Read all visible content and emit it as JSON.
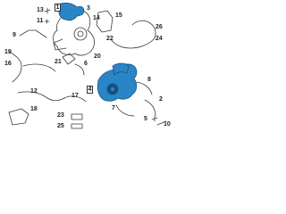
{
  "colors": {
    "line": "#3a3a3a",
    "highlight": "#2a85c6",
    "highlight_dark": "#16507e",
    "background": "#ffffff"
  },
  "callouts": {
    "c13": "13",
    "c11": "11",
    "c1": "1",
    "c3": "3",
    "c14": "14",
    "c15": "15",
    "c9": "9",
    "c19": "19",
    "c22": "22",
    "c26": "26",
    "c24": "24",
    "c16": "16",
    "c21": "21",
    "c6": "6",
    "c20": "20",
    "c12": "12",
    "c4": "4",
    "c8": "8",
    "c17": "17",
    "c2": "2",
    "c7": "7",
    "c18": "18",
    "c5": "5",
    "c10": "10",
    "c23": "23",
    "c25": "25"
  }
}
